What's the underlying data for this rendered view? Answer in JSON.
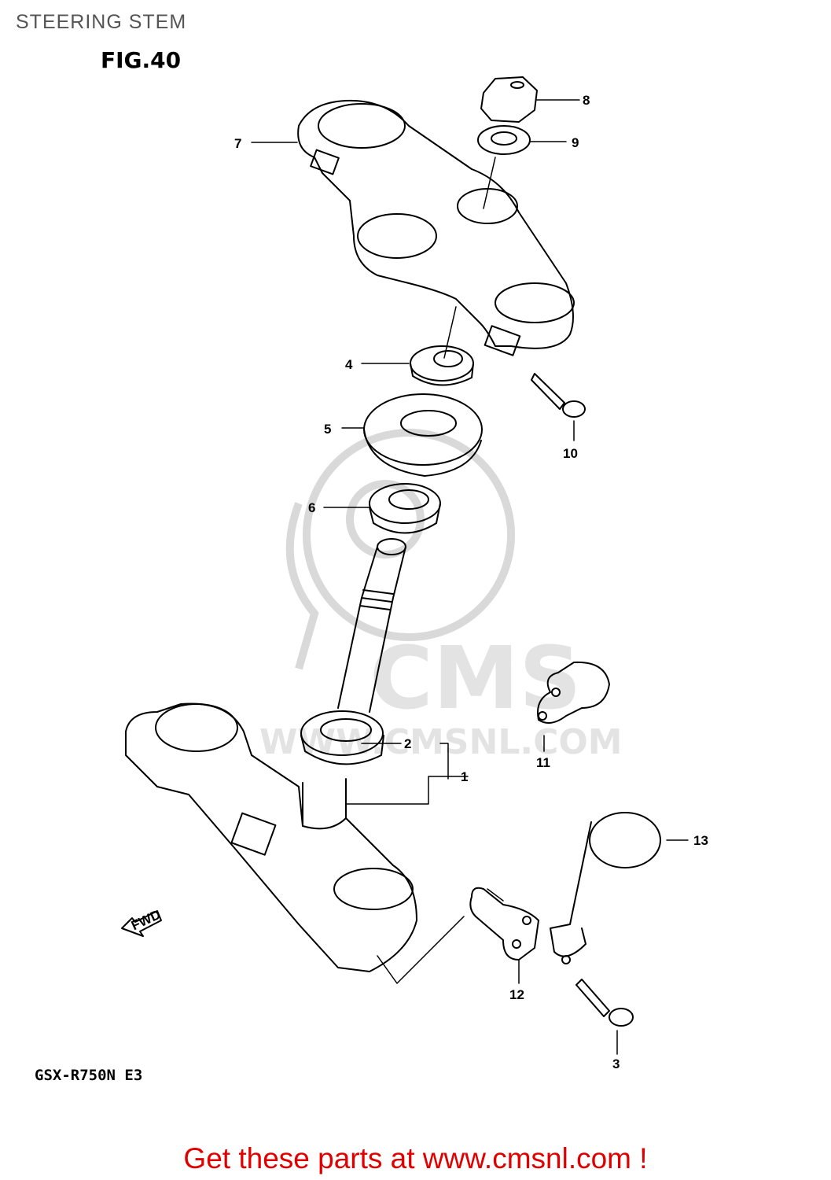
{
  "header": {
    "title": "STEERING STEM"
  },
  "figure": {
    "label": "FIG.40",
    "model": "GSX-R750N E3",
    "fwd_label": "FWD"
  },
  "watermark": {
    "brand": "CMS",
    "url": "WWW.CMSNL.COM"
  },
  "callouts": [
    "1",
    "2",
    "3",
    "4",
    "5",
    "6",
    "7",
    "8",
    "9",
    "10",
    "11",
    "12",
    "13"
  ],
  "footer": {
    "link_text": "Get these parts at www.cmsnl.com !"
  },
  "colors": {
    "link": "#e00000",
    "ink": "#000000",
    "watermark": "#d9d9d9"
  }
}
